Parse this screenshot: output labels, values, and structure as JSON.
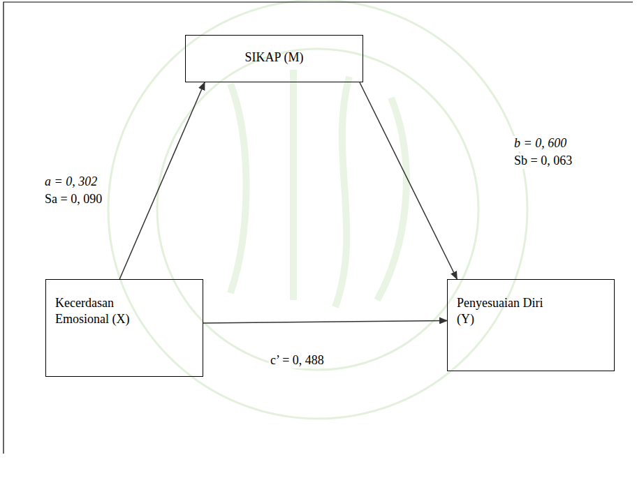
{
  "diagram": {
    "nodes": [
      {
        "text": [
          "SIKAP (M)"
        ]
      },
      {
        "text": [
          "Kecerdasan Emosional (X)"
        ]
      },
      {
        "text": [
          "Penyesuaian Diri (Y)"
        ]
      }
    ],
    "edges": [
      {
        "from": 1,
        "to": 0,
        "arrow": "to"
      },
      {
        "from": 0,
        "to": 2,
        "arrow": "to"
      },
      {
        "from": 1,
        "to": 2,
        "label": "c’ = 0, 488",
        "arrow": "to"
      }
    ],
    "labels": [
      "a = 0, 302",
      "Sa = 0, 090",
      "b = 0, 600",
      "Sb = 0, 063"
    ]
  }
}
